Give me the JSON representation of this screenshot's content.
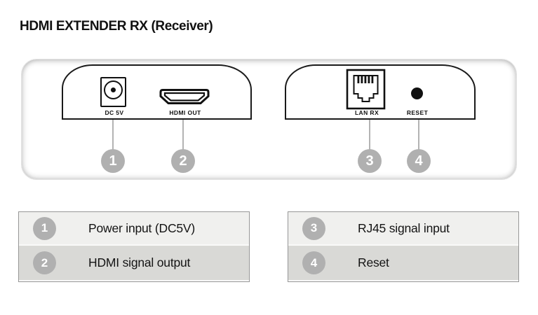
{
  "title": "HDMI EXTENDER RX (Receiver)",
  "device": {
    "panels": [
      {
        "name": "power-hdmi-panel",
        "ports": [
          {
            "label": "DC 5V",
            "icon": "dc-power-jack-icon",
            "callout": "1"
          },
          {
            "label": "HDMI OUT",
            "icon": "hdmi-port-icon",
            "callout": "2"
          }
        ]
      },
      {
        "name": "lan-reset-panel",
        "ports": [
          {
            "label": "LAN RX",
            "icon": "rj45-port-icon",
            "callout": "3"
          },
          {
            "label": "RESET",
            "icon": "reset-button-icon",
            "callout": "4"
          }
        ]
      }
    ]
  },
  "legend": {
    "tables": [
      {
        "rows": [
          {
            "number": "1",
            "label": "Power input (DC5V)"
          },
          {
            "number": "2",
            "label": "HDMI signal output"
          }
        ]
      },
      {
        "rows": [
          {
            "number": "3",
            "label": "RJ45 signal input"
          },
          {
            "number": "4",
            "label": "Reset"
          }
        ]
      }
    ]
  },
  "colors": {
    "callout_circle": "#b0b0b0",
    "panel_stroke": "#1a1a1a",
    "legend_row_light": "#f0f0ee",
    "legend_row_dark": "#d9d9d6",
    "legend_border": "#979797",
    "leader_line": "#b3b3b3"
  }
}
